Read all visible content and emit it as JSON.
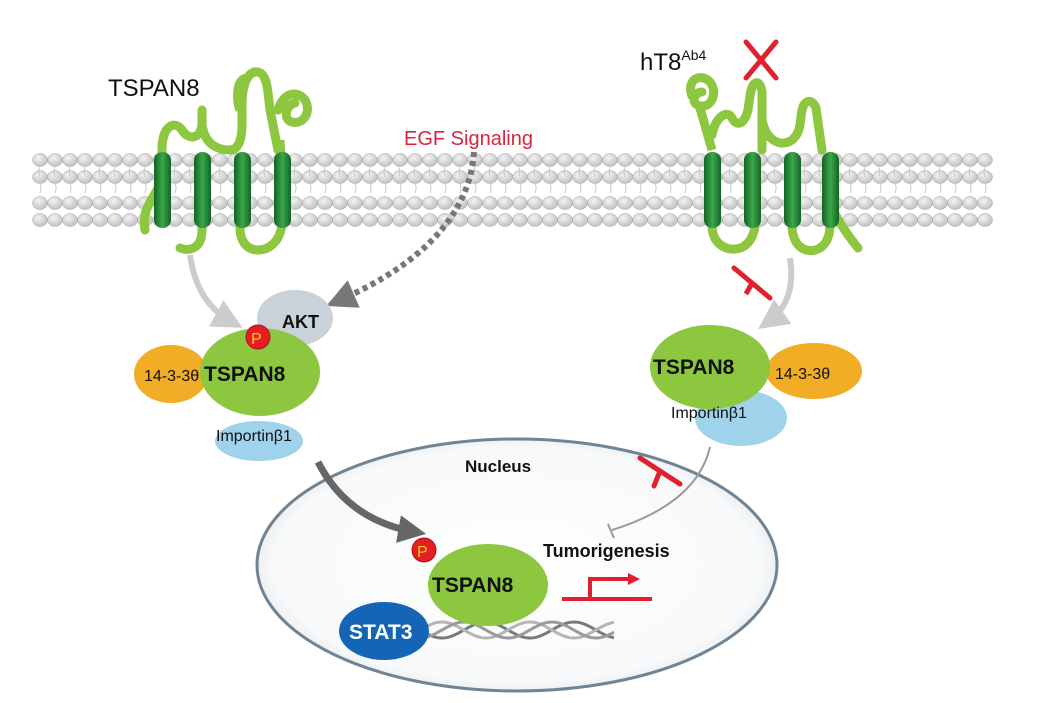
{
  "labels": {
    "tspan8_left_membrane": "TSPAN8",
    "antibody_main": "hT8",
    "antibody_sup": "Ab4",
    "egf_signaling": "EGF Signaling",
    "akt": "AKT",
    "phospho": "P",
    "protein_1433": "14-3-3θ",
    "tspan8": "TSPAN8",
    "importin": "Importinβ1",
    "nucleus": "Nucleus",
    "tumorigenesis": "Tumorigenesis",
    "stat3": "STAT3"
  },
  "colors": {
    "tspan8_green": "#8dc63f",
    "tm_dark_green": "#1f7a2c",
    "lipid_grey": "#cfcfcf",
    "akt_grey": "#c9d2d9",
    "orange_1433": "#f0ad25",
    "importin_blue": "#9fd3ec",
    "phospho_red": "#e31e24",
    "phospho_text": "#ffd400",
    "inhibitor_red": "#e0202e",
    "egf_red": "#d7263d",
    "stat3_blue": "#1565b6",
    "nucleus_border": "#6f8494",
    "arrow_grey": "#cccccc",
    "arrow_dark": "#666666"
  }
}
